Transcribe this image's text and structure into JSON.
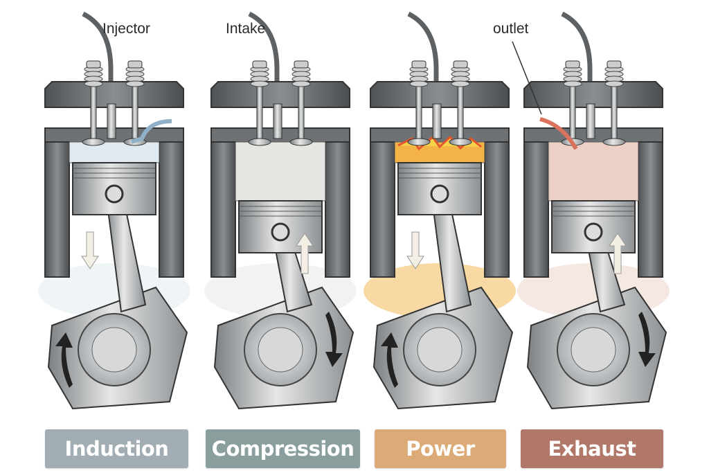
{
  "callouts": {
    "injector": "Injector",
    "intake": "Intake",
    "outlet": "outlet"
  },
  "strokes": [
    {
      "label": "Induction",
      "color": "#a2adb3",
      "chamber": "#dfe9ef",
      "piston_motion": "down",
      "crank_rotation": "counterclockwise"
    },
    {
      "label": "Compression",
      "color": "#8a9f9d",
      "chamber": "#e6e6e3",
      "piston_motion": "up",
      "crank_rotation": "clockwise"
    },
    {
      "label": "Power",
      "color": "#dcaa77",
      "chamber": "#f3b347",
      "piston_motion": "down",
      "crank_rotation": "counterclockwise"
    },
    {
      "label": "Exhaust",
      "color": "#b1786a",
      "chamber": "#ecd0c6",
      "piston_motion": "up",
      "crank_rotation": "clockwise"
    }
  ]
}
